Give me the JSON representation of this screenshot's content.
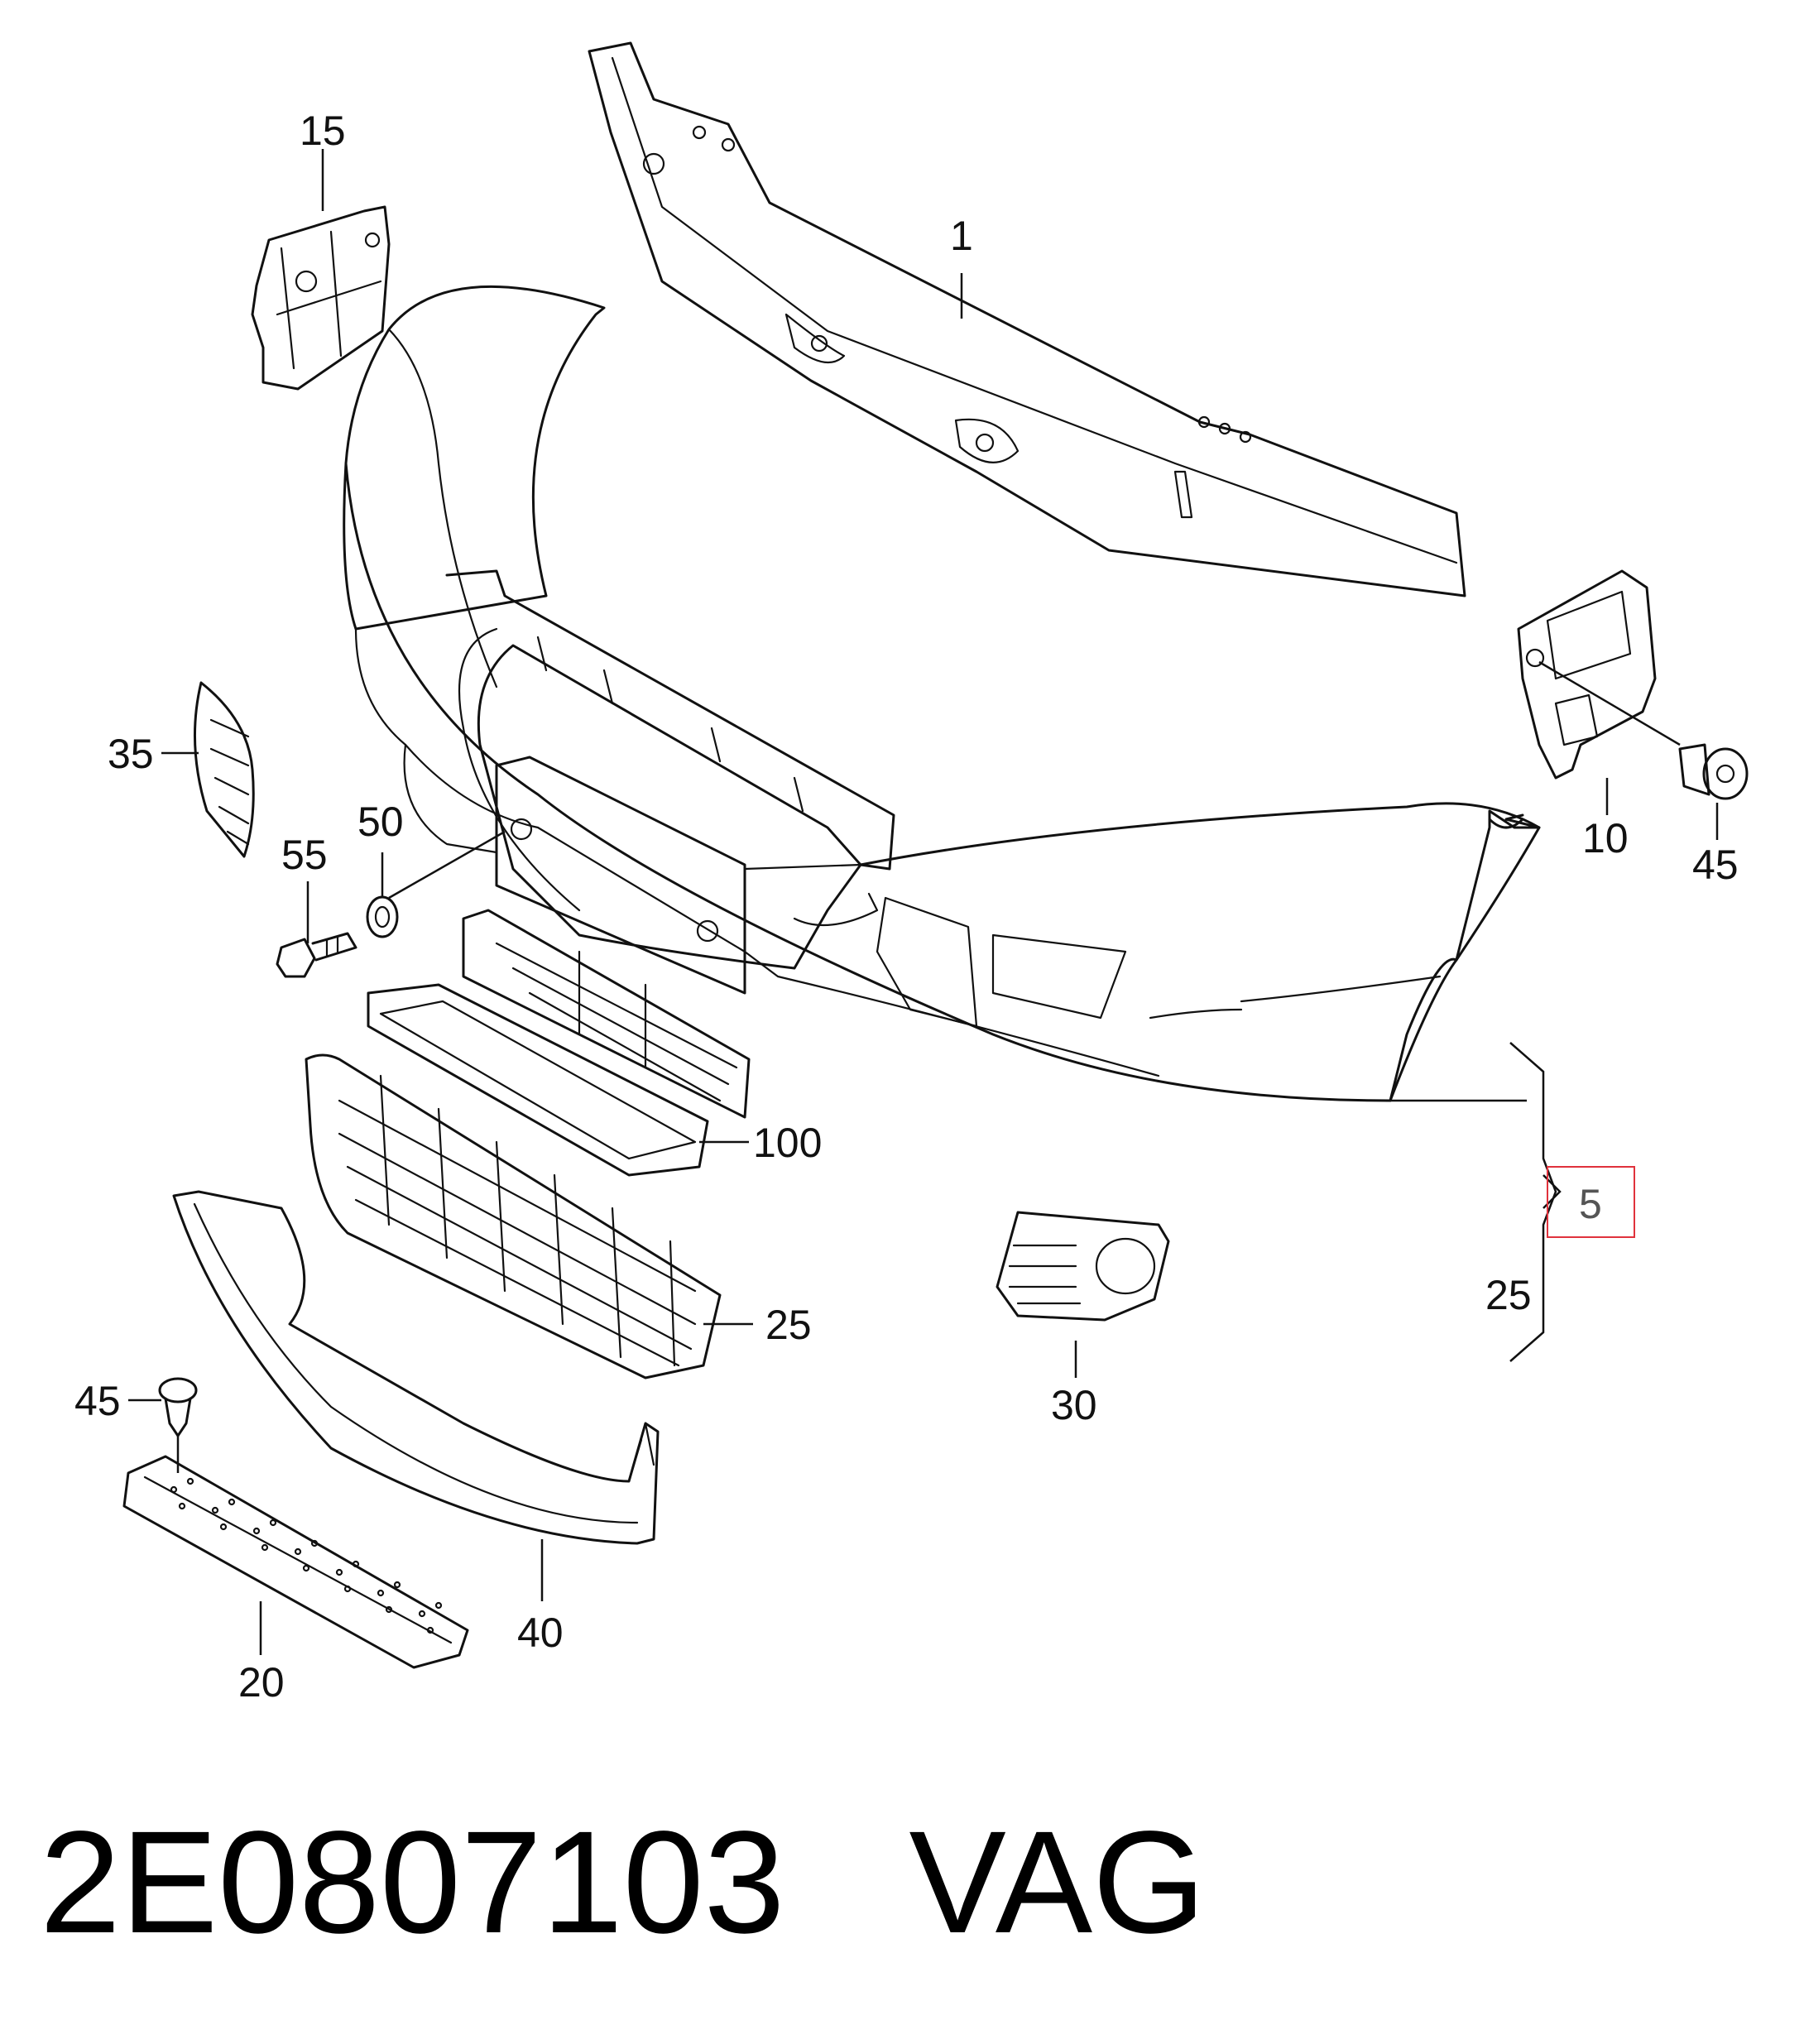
{
  "callouts": {
    "c1": "1",
    "c5": "5",
    "c10": "10",
    "c15": "15",
    "c20": "20",
    "c25a": "25",
    "c25b": "25",
    "c30": "30",
    "c35": "35",
    "c40": "40",
    "c45a": "45",
    "c45b": "45",
    "c50": "50",
    "c55": "55",
    "c100": "100"
  },
  "footer": {
    "part_number": "2E0807103",
    "brand": "VAG"
  },
  "highlight_color": "#e0323c"
}
